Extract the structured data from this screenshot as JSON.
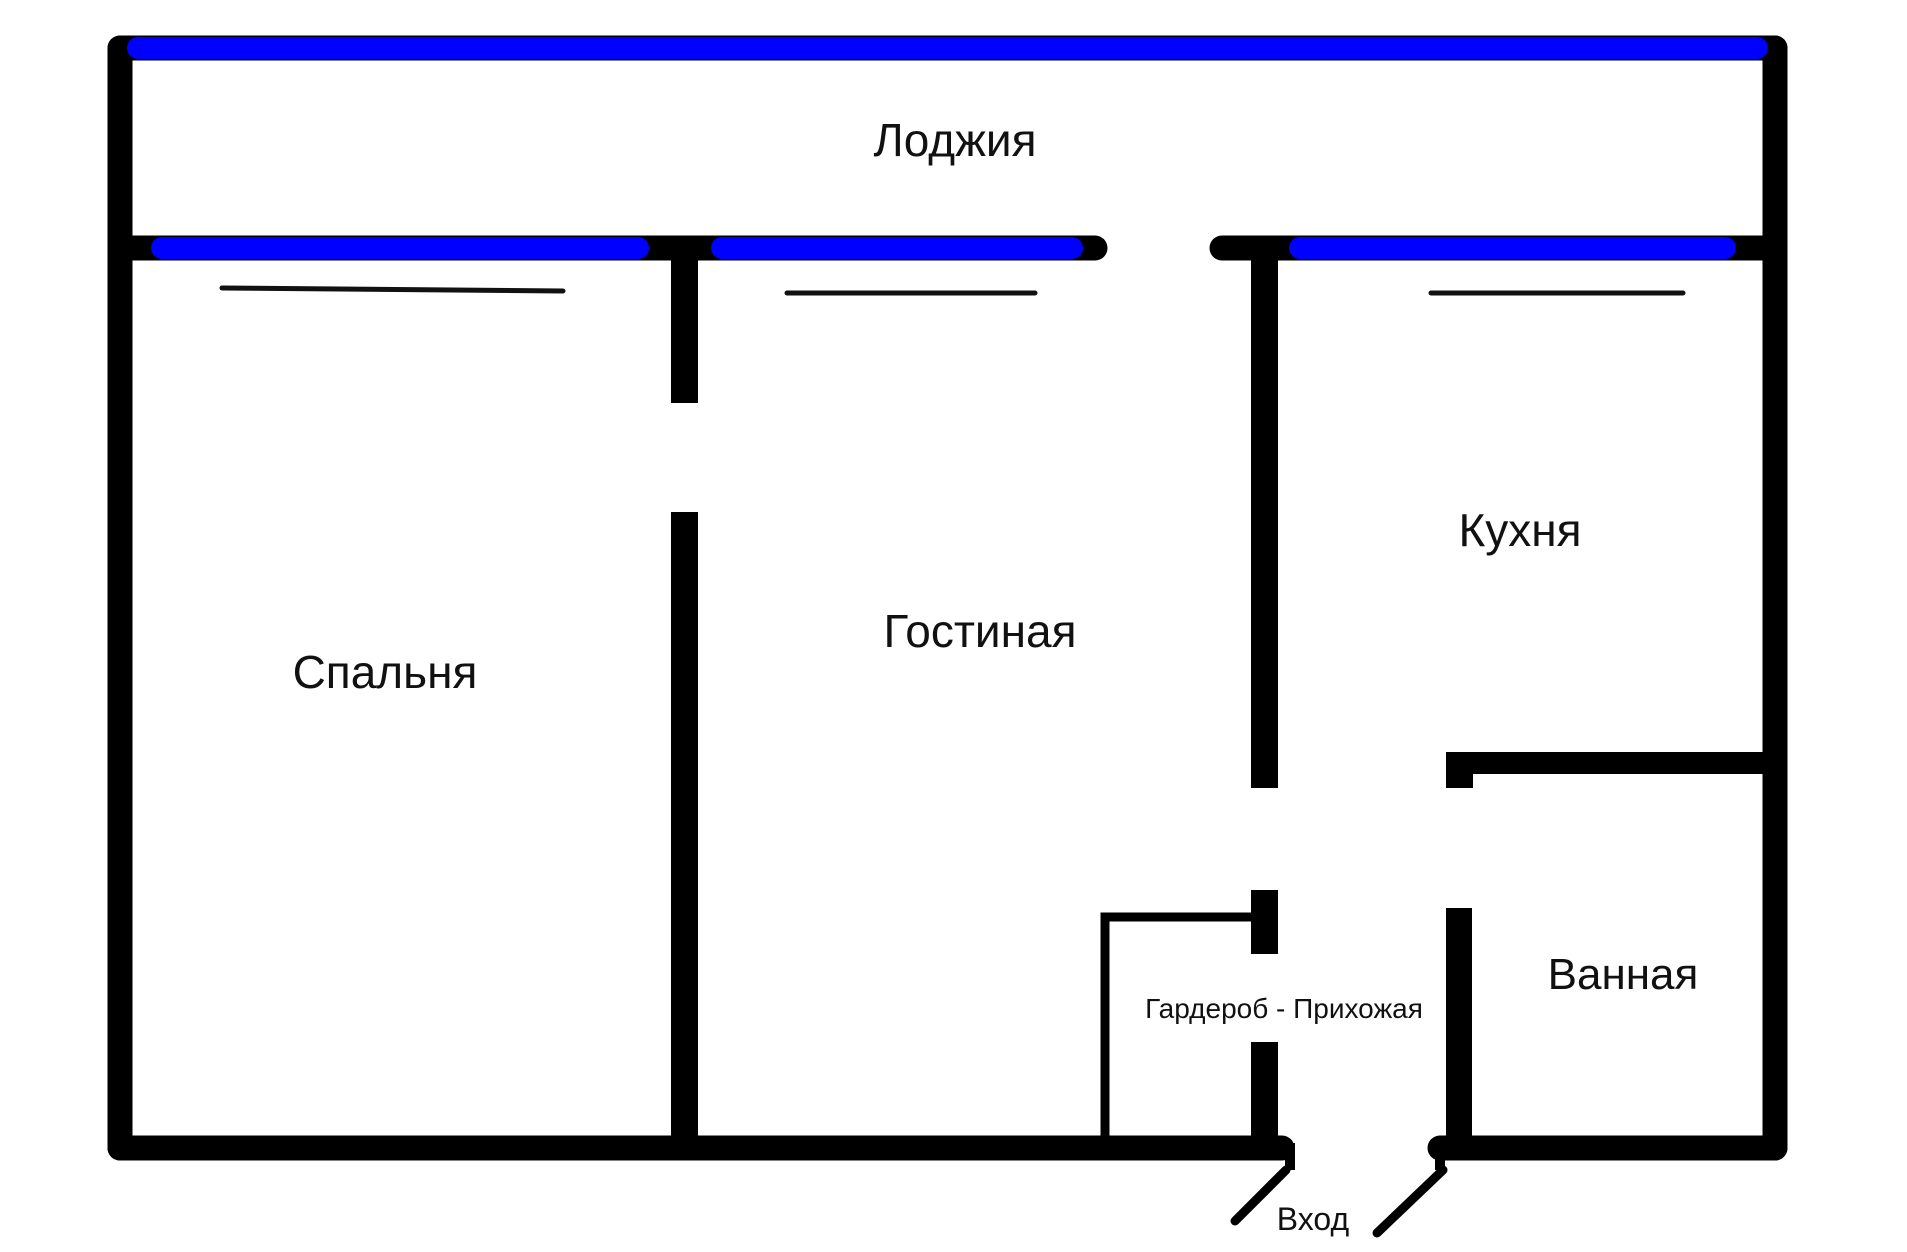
{
  "rooms": {
    "loggia": "Лоджия",
    "bedroom": "Спальня",
    "living_room": "Гостиная",
    "kitchen": "Кухня",
    "bathroom": "Ванная",
    "wardrobe_hall": "Гардероб - Прихожая",
    "entrance": "Вход"
  },
  "colors": {
    "wall": "#000000",
    "window": "#0000ff",
    "background": "#ffffff"
  }
}
